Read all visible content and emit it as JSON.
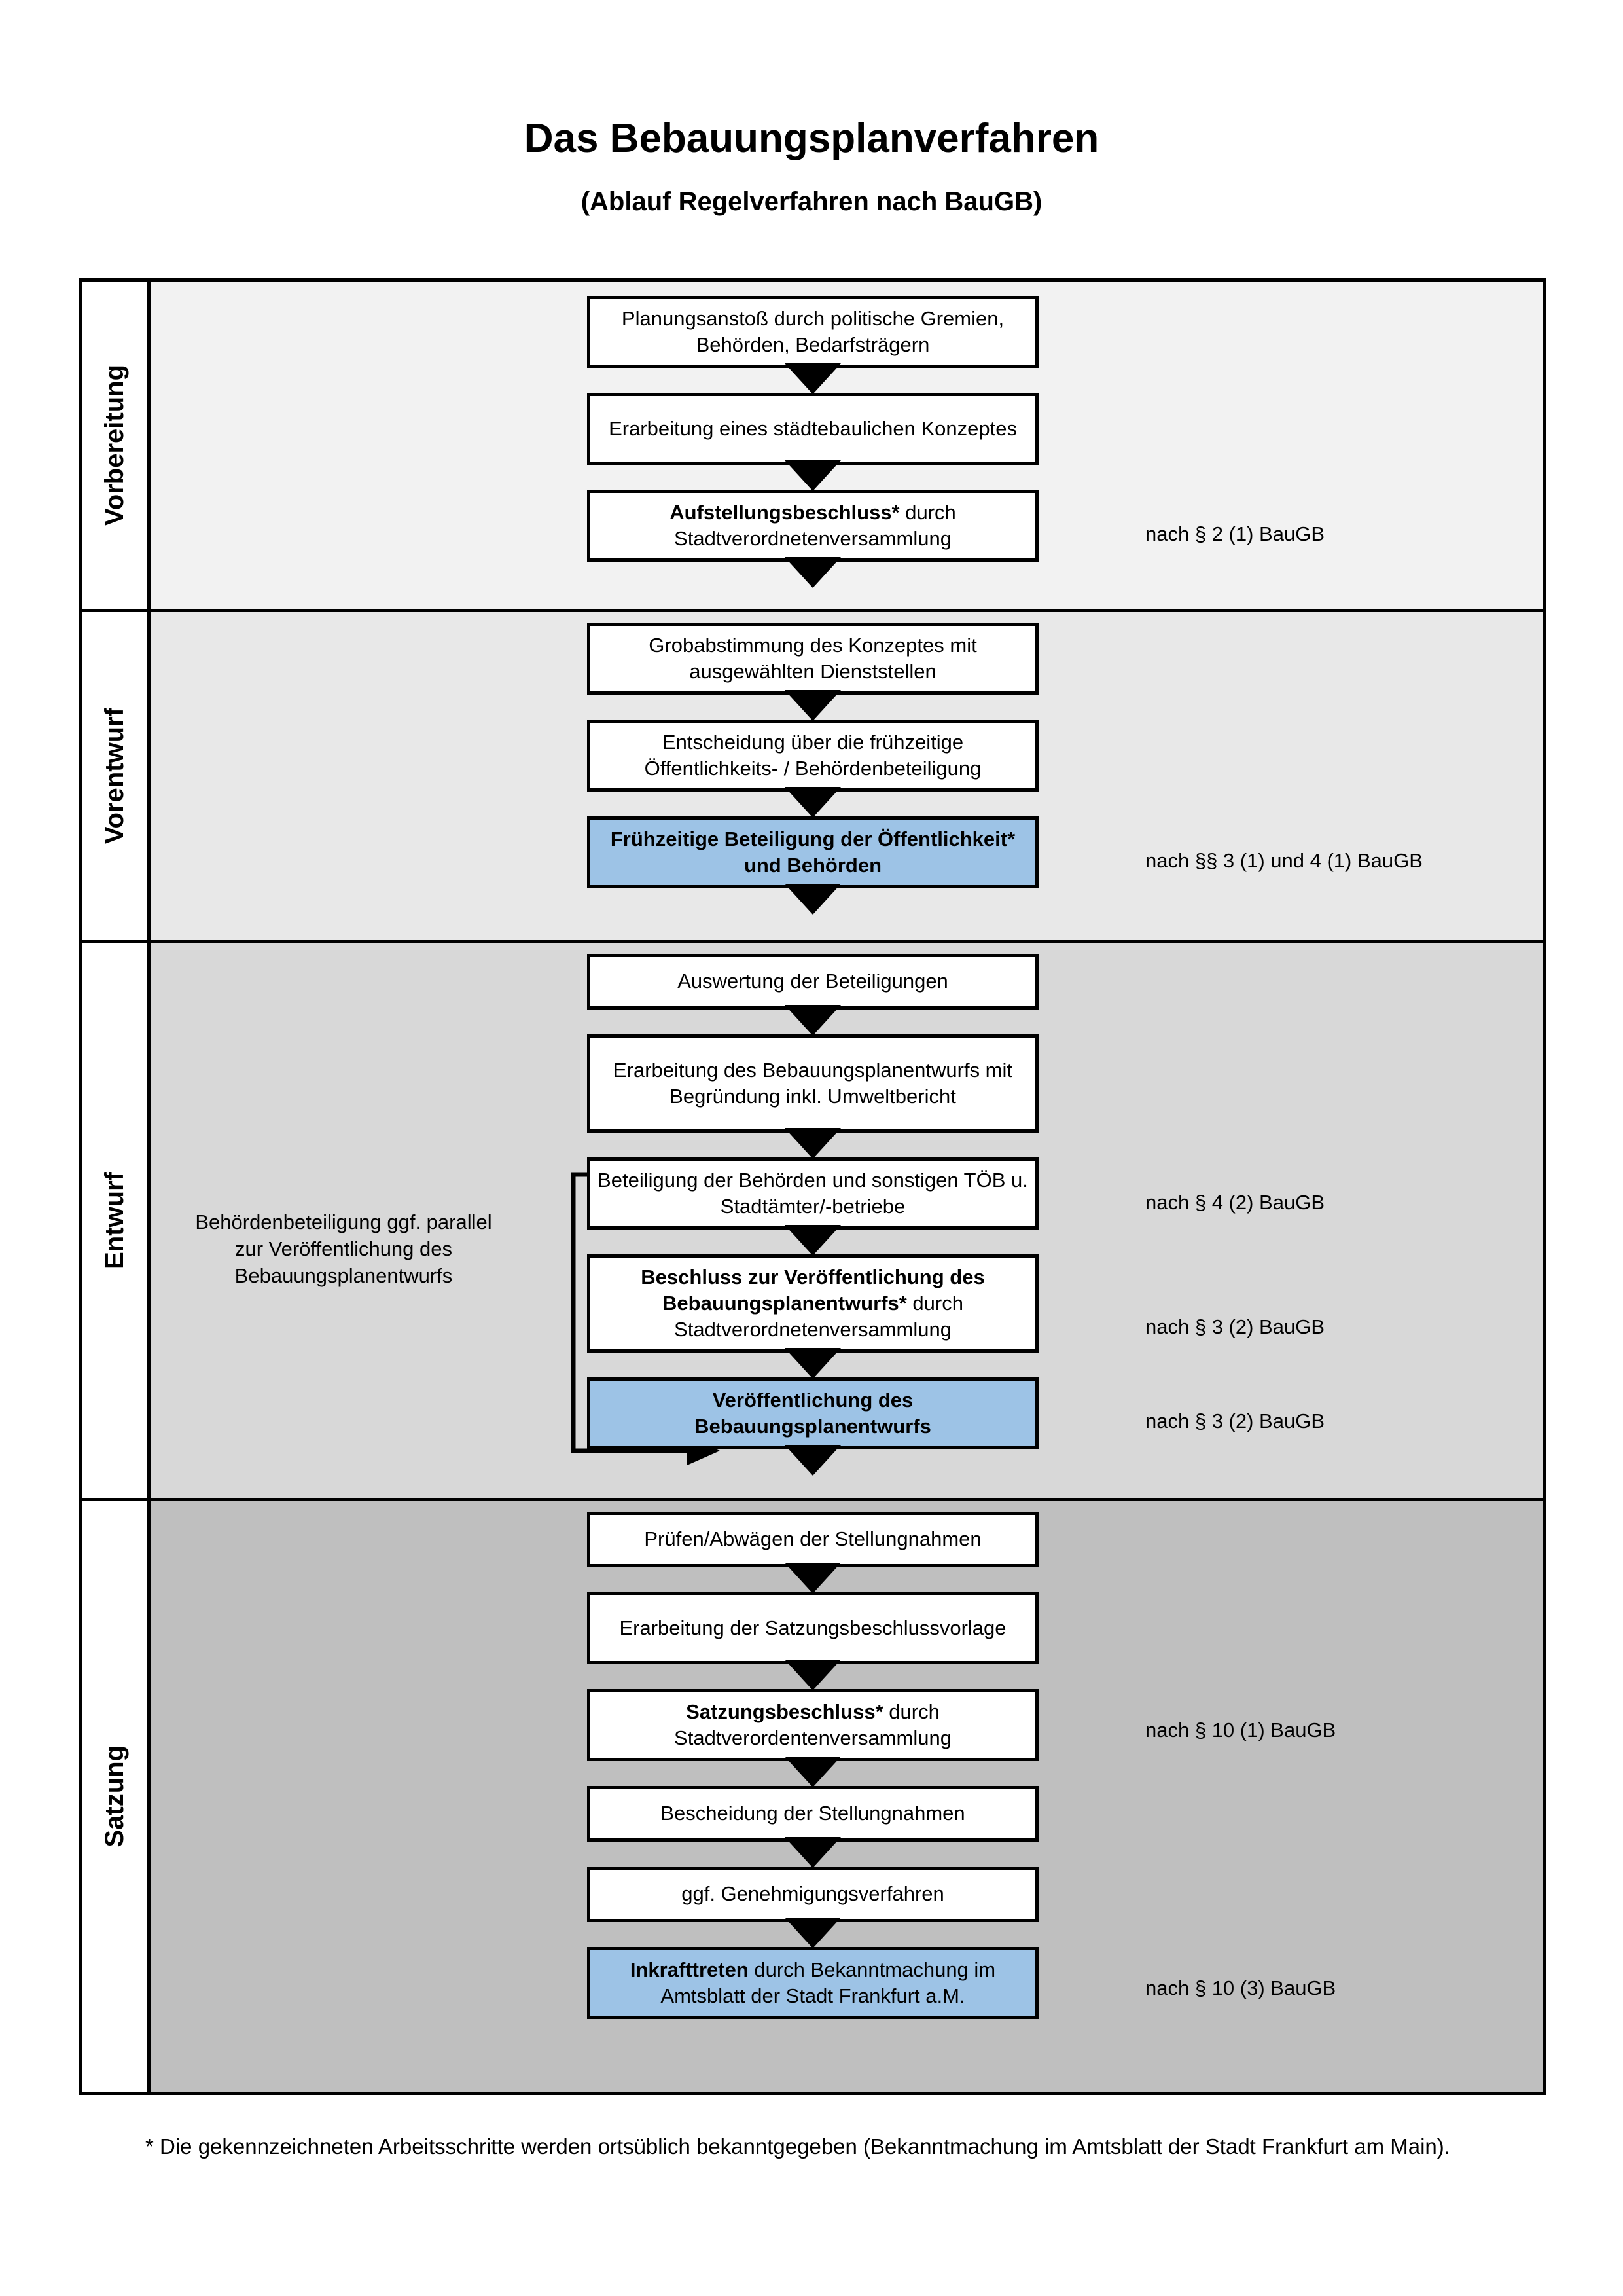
{
  "title": {
    "main": "Das Bebauungsplanverfahren",
    "sub": "(Ablauf Regelverfahren nach BauGB)"
  },
  "colors": {
    "highlight_blue": "#9dc3e6",
    "band_1": "#f2f2f2",
    "band_2": "#e8e8e8",
    "band_3": "#d8d8d8",
    "band_4": "#bfbfbf",
    "line": "#000000"
  },
  "bands": [
    {
      "label": "Vorbereitung",
      "steps": [
        {
          "bold": "",
          "text": "Planungsanstoß durch politische Gremien, Behörden, Bedarfsträgern",
          "highlight": false
        },
        {
          "bold": "",
          "text": "Erarbeitung eines städtebaulichen Konzeptes",
          "highlight": false
        },
        {
          "bold": "Aufstellungsbeschluss*",
          "text": " durch Stadtverordnetenversammlung",
          "highlight": false
        }
      ],
      "notes": [
        {
          "text": "nach § 2 (1) BauGB"
        }
      ]
    },
    {
      "label": "Vorentwurf",
      "steps": [
        {
          "bold": "",
          "text": "Grobabstimmung des Konzeptes mit ausgewählten Dienststellen",
          "highlight": false
        },
        {
          "bold": "",
          "text": "Entscheidung über die frühzeitige Öffentlichkeits- / Behördenbeteiligung",
          "highlight": false
        },
        {
          "bold": "Frühzeitige Beteiligung der Öffentlichkeit* und Behörden",
          "text": "",
          "highlight": true
        }
      ],
      "notes": [
        {
          "text": "nach §§ 3 (1) und 4 (1) BauGB"
        }
      ]
    },
    {
      "label": "Entwurf",
      "side_note": "Behördenbeteiligung ggf. parallel zur Veröffentlichung des Bebauungsplanentwurfs",
      "steps": [
        {
          "bold": "",
          "text": "Auswertung der Beteiligungen",
          "highlight": false
        },
        {
          "bold": "",
          "text": "Erarbeitung des Bebauungsplanentwurfs mit Begründung inkl. Umweltbericht",
          "highlight": false
        },
        {
          "bold": "",
          "text": "Beteiligung der Behörden und sonstigen TÖB u. Stadtämter/-betriebe",
          "highlight": false
        },
        {
          "bold": "Beschluss zur Veröffentlichung des Bebauungsplanentwurfs*",
          "text": " durch Stadtverordnetenversammlung",
          "highlight": false
        },
        {
          "bold": "Veröffentlichung des Bebauungsplanentwurfs",
          "text": "",
          "highlight": true
        }
      ],
      "notes": [
        {
          "text": "nach § 4 (2) BauGB"
        },
        {
          "text": "nach § 3 (2) BauGB"
        },
        {
          "text": "nach § 3 (2) BauGB"
        }
      ]
    },
    {
      "label": "Satzung",
      "steps": [
        {
          "bold": "",
          "text": "Prüfen/Abwägen der Stellungnahmen",
          "highlight": false
        },
        {
          "bold": "",
          "text": "Erarbeitung der Satzungsbeschlussvorlage",
          "highlight": false
        },
        {
          "bold": "Satzungsbeschluss*",
          "text": " durch Stadtverordentenversammlung",
          "highlight": false
        },
        {
          "bold": "",
          "text": "Bescheidung der Stellungnahmen",
          "highlight": false
        },
        {
          "bold": "",
          "text": "ggf. Genehmigungsverfahren",
          "highlight": false
        },
        {
          "bold": "Inkrafttreten",
          "text": " durch Bekanntmachung im Amtsblatt der Stadt Frankfurt a.M.",
          "highlight": true
        }
      ],
      "notes": [
        {
          "text": "nach § 10 (1) BauGB"
        },
        {
          "text": "nach § 10 (3) BauGB"
        }
      ]
    }
  ],
  "footnote": "* Die gekennzeichneten Arbeitsschritte werden ortsüblich bekanntgegeben (Bekanntmachung im Amtsblatt  der Stadt Frankfurt am Main)."
}
